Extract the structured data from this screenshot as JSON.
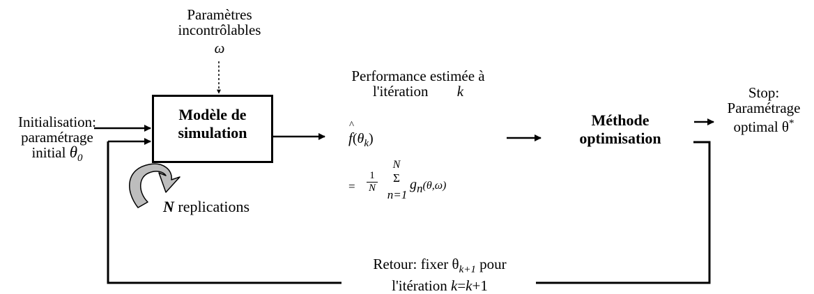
{
  "uncontrollable": {
    "line1": "Paramètres",
    "line2": "incontrôlables",
    "symbol": "ω"
  },
  "init": {
    "line1": "Initialisation:",
    "line2": "paramétrage",
    "line3_text": "initial",
    "line3_symbol": "θ",
    "line3_sub": "0"
  },
  "model": {
    "line1": "Modèle de",
    "line2": "simulation"
  },
  "replications": {
    "bold": "N",
    "text": " replications"
  },
  "performance": {
    "line1": "Performance estimée à",
    "line2": "l'itération",
    "k": "k"
  },
  "formula": {
    "f": "f",
    "theta": "θ",
    "k": "k",
    "eq": "=",
    "frac_num": "1",
    "frac_den": "N",
    "sum_top": "N",
    "sum": "Σ",
    "sum_bottom": "n=1",
    "g": "g",
    "g_sub": "n",
    "args": "(θ,ω)"
  },
  "method": {
    "line1": "Méthode",
    "line2": "optimisation"
  },
  "stop": {
    "line1": "Stop:",
    "line2": "Paramétrage",
    "line3": "optimal θ",
    "sup": "*"
  },
  "feedback": {
    "line1_a": "Retour: fixer θ",
    "line1_sub": "k+1",
    "line1_b": " pour",
    "line2_a": "l'itération ",
    "line2_k": "k",
    "line2_eq": "=",
    "line2_k2": "k",
    "line2_end": "+1"
  }
}
